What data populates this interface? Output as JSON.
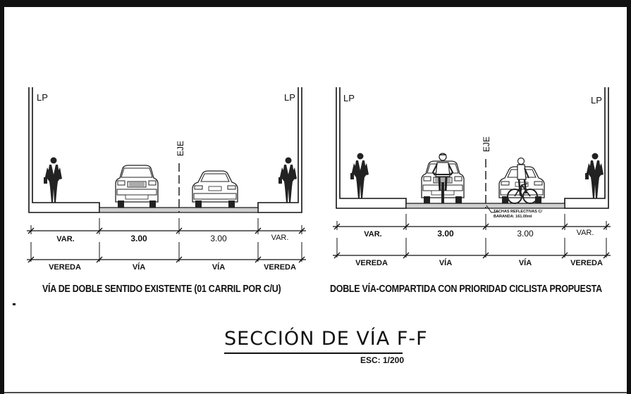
{
  "drawing": {
    "title": "SECCIÓN DE VÍA F-F",
    "scale": "ESC: 1/200"
  },
  "section_left": {
    "caption": "VÍA DE DOBLE SENTIDO EXISTENTE (01 CARRIL POR C/U)",
    "property_line_left": "LP",
    "property_line_right": "LP",
    "axis_label": "EJE",
    "dimensions": [
      "VAR.",
      "3.00",
      "3.00",
      "VAR."
    ],
    "zones": [
      "VEREDA",
      "VÍA",
      "VÍA",
      "VEREDA"
    ]
  },
  "section_right": {
    "caption": "DOBLE VÍA-COMPARTIDA CON PRIORIDAD CICLISTA PROPUESTA",
    "property_line_left": "LP",
    "property_line_right": "LP",
    "axis_label": "EJE",
    "note_line1": "TACHAS REFLECTIVAS C/",
    "note_line2": "BARANDA: 161.00ml",
    "dimensions": [
      "VAR.",
      "3.00",
      "3.00",
      "VAR."
    ],
    "zones": [
      "VEREDA",
      "VÍA",
      "VÍA",
      "VEREDA"
    ]
  }
}
